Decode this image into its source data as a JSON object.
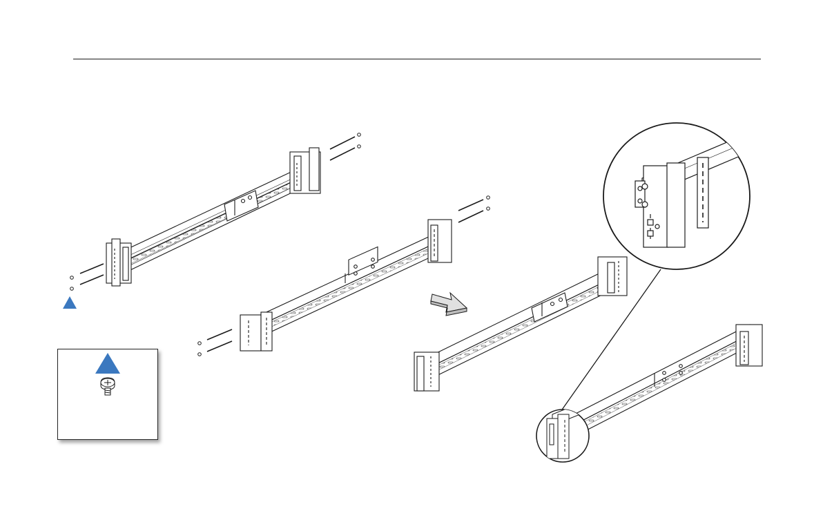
{
  "diagram": {
    "marker_color": "#3b78bf",
    "line_color": "#1a1a1a",
    "rail_count": 4,
    "screws_per_rail_end": 2,
    "icons": [
      "triangle-marker-icon",
      "screw-icon",
      "arrow-right-icon",
      "zoom-callout-circle"
    ]
  }
}
